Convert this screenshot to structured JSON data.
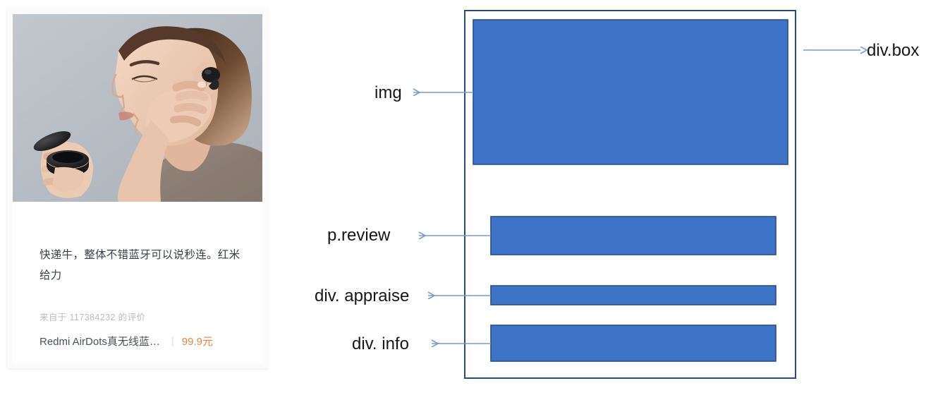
{
  "card": {
    "photo": {
      "alt": "woman-wearing-wireless-earbud",
      "background_color": "#b9c0c6"
    },
    "review": {
      "text": "快递牛，整体不错蓝牙可以说秒连。红米给力"
    },
    "appraise": {
      "text": "来自于 117384232 的评价",
      "user_id": "117384232"
    },
    "info": {
      "product_title": "Redmi AirDots真无线蓝…",
      "divider": "|",
      "price": "99.9元"
    }
  },
  "diagram": {
    "labels": {
      "img": "img",
      "review": "p.review",
      "appraise": "div. appraise",
      "info": "div. info",
      "box": "div.box"
    },
    "colors": {
      "block_fill": "#3e74c8",
      "block_stroke": "#2a4e86",
      "outer_border": "#2b4a7d",
      "arrow": "#7a9cc6"
    }
  }
}
